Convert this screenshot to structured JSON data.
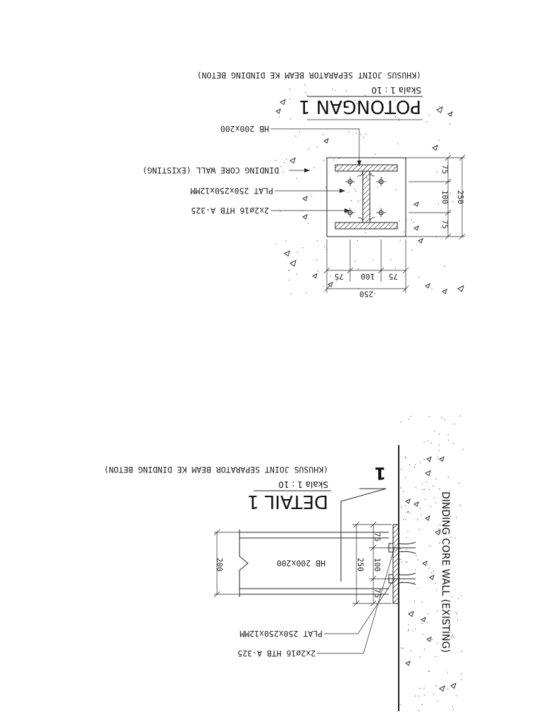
{
  "potongan": {
    "title": "POTONGAN 1",
    "scale": "Skala 1 : 10",
    "subtitle": "(KHUSUS JOINT SEPARATOR BEAM KE DINDING BETON)",
    "labels": {
      "beam": "HB 200x200",
      "wall": "DINDING CORE WALL (EXISTING)",
      "plate": "PLAT 250x250x12MM",
      "bolt": "2x2ø16 HTB A-325"
    },
    "dims": {
      "v_top": "75",
      "v_mid": "100",
      "v_bot": "75",
      "v_total": "250",
      "h_left": "75",
      "h_mid": "100",
      "h_right": "75",
      "h_total": "250"
    }
  },
  "detail": {
    "title": "DETAIL 1",
    "scale": "Skala 1 : 10",
    "subtitle": "(KHUSUS JOINT SEPARATOR BEAM KE DINDING BETON)",
    "callout": "1",
    "labels": {
      "beam": "HB 200x200",
      "wall": "DINDING CORE WALL (EXISTING)",
      "plate": "PLAT 250x250x12MM",
      "bolt": "2x2ø16 HTB A-325"
    },
    "dims": {
      "depth": "200",
      "plate_w": "250",
      "d_top": "75",
      "d_mid": "100",
      "d_bot": "75"
    }
  }
}
